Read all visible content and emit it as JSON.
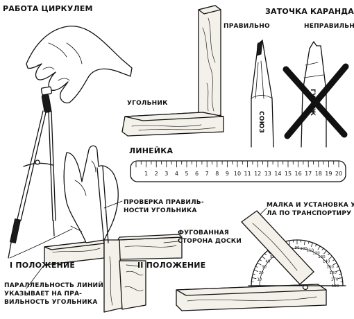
{
  "title_compass": "РАБОТА ЦИРКУЛЕМ",
  "title_sharpening": "ЗАТОЧКА КАРАНДАША",
  "label_correct": "ПРАВИЛЬНО",
  "label_incorrect": "НЕПРАВИЛЬНО",
  "label_square": "УГОЛЬНИК",
  "label_ruler": "ЛИНЕЙКА",
  "ruler_numbers": [
    "1",
    "2",
    "3",
    "4",
    "5",
    "6",
    "7",
    "8",
    "9",
    "10",
    "11",
    "12",
    "13",
    "14",
    "15",
    "16",
    "17",
    "18",
    "19",
    "20"
  ],
  "check_square": [
    "ПРОВЕРКА ПРАВИЛЬ-",
    "НОСТИ УГОЛЬНИКА"
  ],
  "planed_side": [
    "ФУГОВАННАЯ",
    "СТОРОНА ДОСКИ"
  ],
  "position_1": "I  ПОЛОЖЕНИЕ",
  "position_2": "II ПОЛОЖЕНИЕ",
  "parallel_note": [
    "ПАРАЛЛЕЛЬНОСТЬ ЛИНИЙ",
    "УКАЗЫВАЕТ НА  ПРА-",
    "ВИЛЬНОСТЬ УГОЛЬНИКА"
  ],
  "bevel_note": [
    "МАЛКА И УСТАНОВКА УГ-",
    "ЛА ПО ТРАНСПОРТИРУ"
  ],
  "pencil_text": "СОЮЗ",
  "pencil_text_2": "ГУЛЯЖ",
  "protractor_numbers": [
    "10",
    "20",
    "30",
    "40",
    "50",
    "60",
    "70",
    "80",
    "90",
    "100",
    "110",
    "120",
    "130",
    "140",
    "150",
    "160",
    "170",
    "180"
  ]
}
